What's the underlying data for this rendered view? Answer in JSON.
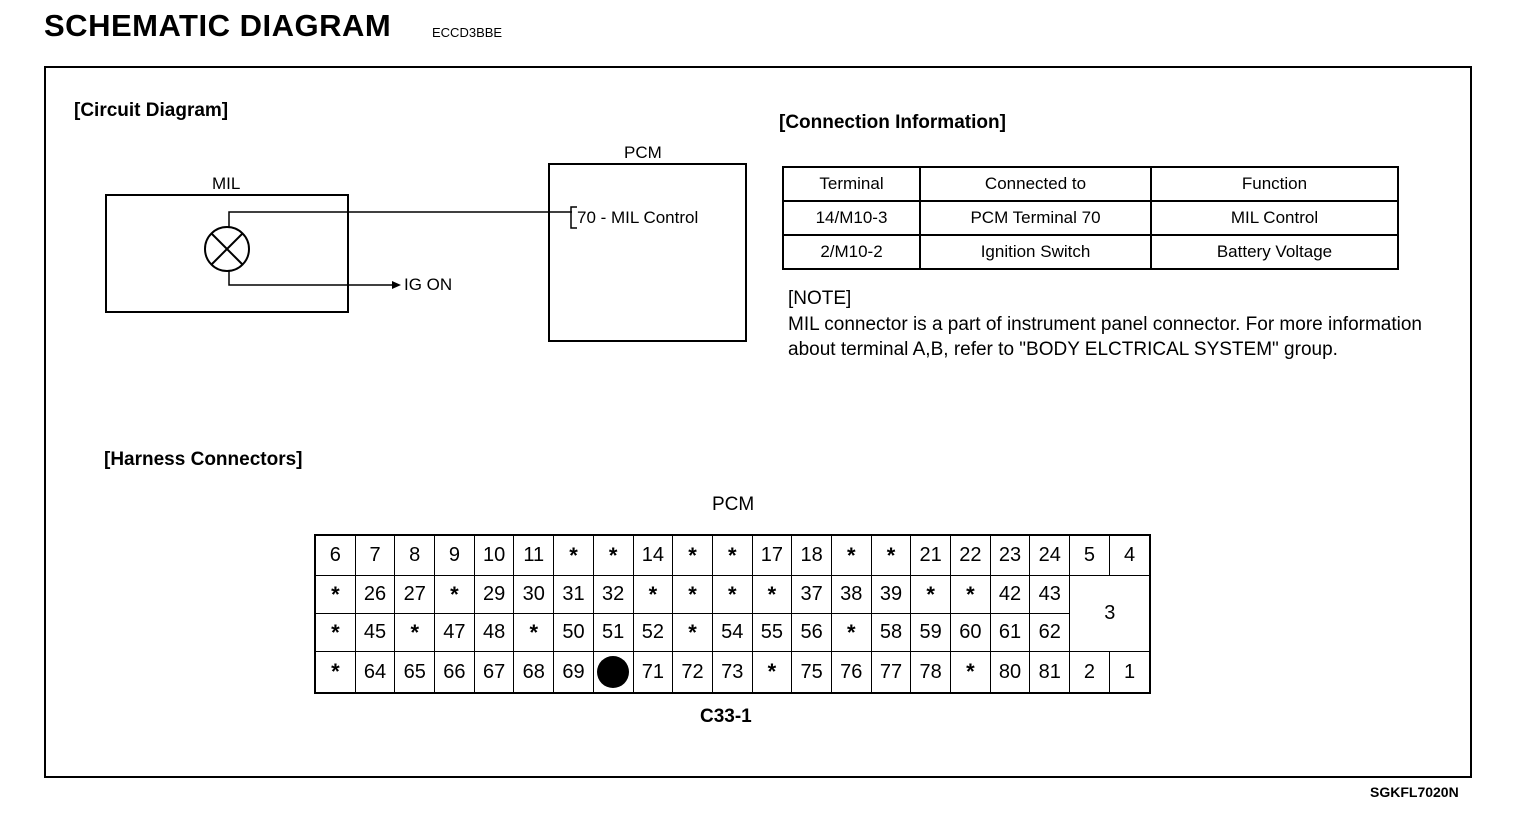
{
  "header": {
    "title": "SCHEMATIC DIAGRAM",
    "code": "ECCD3BBE"
  },
  "circuit": {
    "section_label": "[Circuit Diagram]",
    "mil_label": "MIL",
    "pcm_label": "PCM",
    "pcm_terminal": "70 - MIL Control",
    "ig_label": "IG ON"
  },
  "connection": {
    "section_label": "[Connection Information]",
    "headers": [
      "Terminal",
      "Connected to",
      "Function"
    ],
    "rows": [
      [
        "14/M10-3",
        "PCM Terminal 70",
        "MIL Control"
      ],
      [
        "2/M10-2",
        "Ignition Switch",
        "Battery Voltage"
      ]
    ]
  },
  "note": {
    "heading": "[NOTE]",
    "text": "MIL connector is a part of instrument panel connector. For more information about terminal A,B, refer to \"BODY ELCTRICAL SYSTEM\" group."
  },
  "harness": {
    "section_label": "[Harness Connectors]",
    "connector_title": "PCM",
    "connector_name": "C33-1",
    "rows": [
      [
        "6",
        "7",
        "8",
        "9",
        "10",
        "11",
        "*",
        "*",
        "14",
        "*",
        "*",
        "17",
        "18",
        "*",
        "*",
        "21",
        "22",
        "23",
        "24",
        "5",
        "4"
      ],
      [
        "*",
        "26",
        "27",
        "*",
        "29",
        "30",
        "31",
        "32",
        "*",
        "*",
        "*",
        "*",
        "37",
        "38",
        "39",
        "*",
        "*",
        "42",
        "43"
      ],
      [
        "*",
        "45",
        "*",
        "47",
        "48",
        "*",
        "50",
        "51",
        "52",
        "*",
        "54",
        "55",
        "56",
        "*",
        "58",
        "59",
        "60",
        "61",
        "62"
      ],
      [
        "*",
        "64",
        "65",
        "66",
        "67",
        "68",
        "69",
        "",
        "71",
        "72",
        "73",
        "*",
        "75",
        "76",
        "77",
        "78",
        "*",
        "80",
        "81",
        "2",
        "1"
      ]
    ],
    "big_pin": "3",
    "highlighted_pin": "70"
  },
  "footer": {
    "code": "SGKFL7020N"
  }
}
